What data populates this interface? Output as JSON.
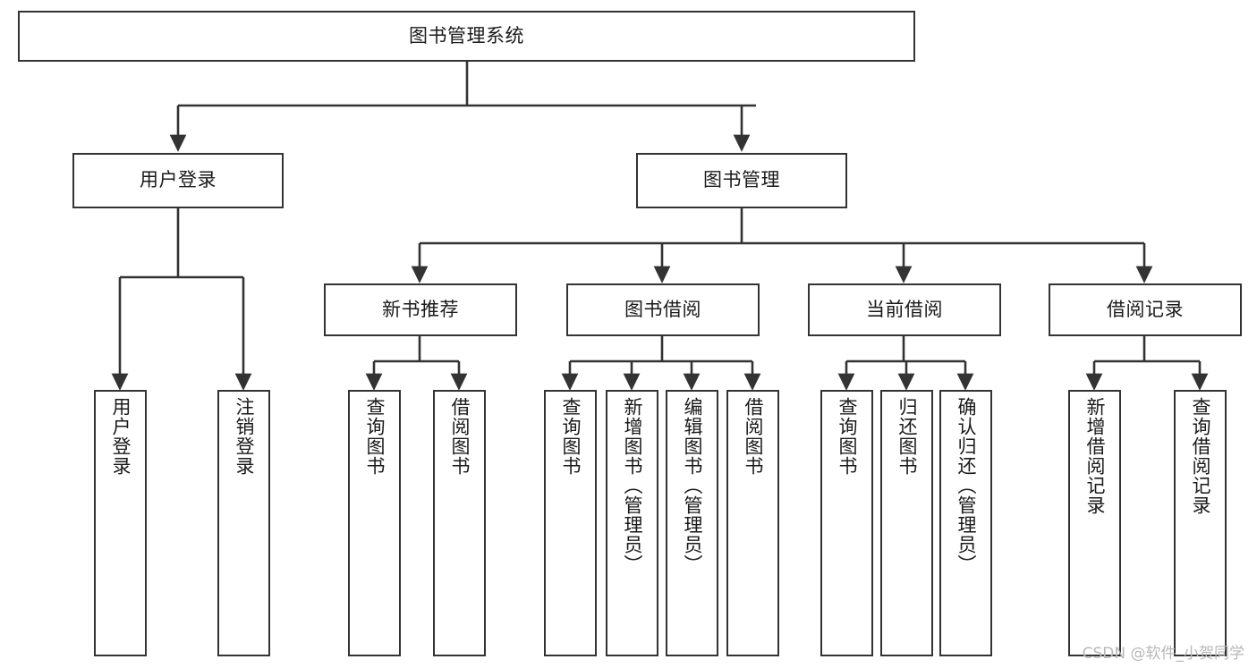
{
  "diagram": {
    "type": "tree",
    "title": "图书管理系统",
    "watermark": "CSDN @软件_小贺同学",
    "colors": {
      "box_border": "#333333",
      "box_fill": "#ffffff",
      "edge": "#333333",
      "text": "#1a1a1a",
      "watermark": "#b8b8b8",
      "background": "#ffffff"
    },
    "nodes": {
      "root": {
        "label": "图书管理系统"
      },
      "level2": [
        {
          "id": "user-login",
          "label": "用户登录"
        },
        {
          "id": "book-manage",
          "label": "图书管理"
        }
      ],
      "level3": [
        {
          "id": "new-book-recommend",
          "label": "新书推荐"
        },
        {
          "id": "book-borrow",
          "label": "图书借阅"
        },
        {
          "id": "current-borrow",
          "label": "当前借阅"
        },
        {
          "id": "borrow-record",
          "label": "借阅记录"
        }
      ],
      "leaves": {
        "user_login": [
          {
            "id": "leaf-user-login",
            "label": "用户登录"
          },
          {
            "id": "leaf-logout",
            "label": "注销登录"
          }
        ],
        "new_book_recommend": [
          {
            "id": "leaf-query-book-1",
            "label": "查询图书"
          },
          {
            "id": "leaf-borrow-book-1",
            "label": "借阅图书"
          }
        ],
        "book_borrow": [
          {
            "id": "leaf-query-book-2",
            "label": "查询图书"
          },
          {
            "id": "leaf-add-book",
            "label": "新增图书（管理员）"
          },
          {
            "id": "leaf-edit-book",
            "label": "编辑图书（管理员）"
          },
          {
            "id": "leaf-borrow-book-2",
            "label": "借阅图书"
          }
        ],
        "current_borrow": [
          {
            "id": "leaf-query-book-3",
            "label": "查询图书"
          },
          {
            "id": "leaf-return-book",
            "label": "归还图书"
          },
          {
            "id": "leaf-confirm-return",
            "label": "确认归还（管理员）"
          }
        ],
        "borrow_record": [
          {
            "id": "leaf-add-record",
            "label": "新增借阅记录"
          },
          {
            "id": "leaf-query-record",
            "label": "查询借阅记录"
          }
        ]
      }
    }
  }
}
